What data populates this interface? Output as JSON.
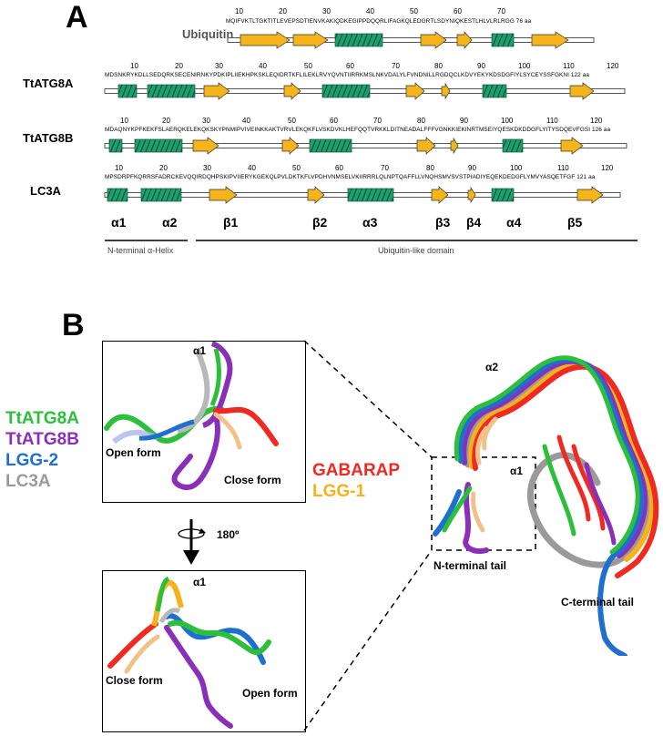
{
  "panel_a": {
    "letter": "A",
    "tracks": [
      {
        "key": "ubiquitin",
        "name": "Ubiquitin",
        "sequence": "MQIFVKTLTGKTITLEVEPSDTIENVKAKIQDKEGIPPDQQRLIFAGKQLEDGRTLSDYNIQKESTLHLVLRLRGG 76 aa",
        "numbers": [
          "10",
          "20",
          "30",
          "40",
          "50",
          "60",
          "70"
        ]
      },
      {
        "key": "ttatg8a",
        "name": "TtATG8A",
        "sequence": "MDSNKRYKDLLSEDQRKSECENIRNKYPDKIPLIIEKHPKSKLEQIDRTKFLILEKLRVYQVNTIIRRKMSLNKVDALYLFVNDNILLRGDQCLKDVYEKYKDSDGFIYLSYCEYSSFGKNI 122 aa",
        "numbers": [
          "10",
          "20",
          "30",
          "40",
          "50",
          "60",
          "70",
          "80",
          "90",
          "100",
          "110",
          "120"
        ]
      },
      {
        "key": "ttatg8b",
        "name": "TtATG8B",
        "sequence": "MDAQNYKPFKEKFSLAERQKELEKQKSKYPNMIPVIVEINKKAKTVRVLEKQKFLVSKDVKLHEFQQTVRKKLDITNEADALFFFVGNKKIEKINRTMSEIYQESKDKDDGFLYITYSDQEVFGSI 126 aa",
        "numbers": [
          "10",
          "20",
          "30",
          "40",
          "50",
          "60",
          "70",
          "80",
          "90",
          "100",
          "110",
          "120"
        ]
      },
      {
        "key": "lc3a",
        "name": "LC3A",
        "sequence": "MPSDRPFKQRRSFADRCKEVQQIRDQHPSKIPVIIERYKGEKQLPVLDKTKFLVPDHVNMSELVKIIRRRLQLNPTQAFFLLVNQHSMVSVSTPIADIYEQEKDEDGFLYMVYASQETFGF 121 aa",
        "numbers": [
          "10",
          "20",
          "30",
          "40",
          "50",
          "60",
          "70",
          "80",
          "90",
          "100",
          "110",
          "120"
        ]
      }
    ],
    "ss_labels": [
      "α1",
      "α2",
      "β1",
      "β2",
      "α3",
      "β3",
      "β4",
      "α4",
      "β5"
    ],
    "regions": [
      "N-terminal α-Helix",
      "Ubiquitin-like domain"
    ],
    "colors": {
      "helix": "#1f9e6e",
      "strand": "#f4b41a",
      "line": "#555555"
    }
  },
  "panel_b": {
    "letter": "B",
    "legend": [
      {
        "name": "TtATG8A",
        "color": "#2bbf3a"
      },
      {
        "name": "TtATG8B",
        "color": "#8a2fb8"
      },
      {
        "name": "LGG-2",
        "color": "#1e6fd0"
      },
      {
        "name": "LC3A",
        "color": "#9a9a9a"
      },
      {
        "name": "GABARAP",
        "color": "#ee2a22"
      },
      {
        "name": "LGG-1",
        "color": "#f6b21a"
      }
    ],
    "top_box": {
      "helix_label": "α1",
      "open_label": "Open form",
      "close_label": "Close form"
    },
    "rotation_label": "180º",
    "bottom_box": {
      "helix_label": "α1",
      "open_label": "Open form",
      "close_label": "Close form"
    },
    "structure_labels": {
      "alpha2": "α2",
      "alpha1": "α1",
      "n_tail": "N-terminal tail",
      "c_tail": "C-terminal tail"
    }
  }
}
